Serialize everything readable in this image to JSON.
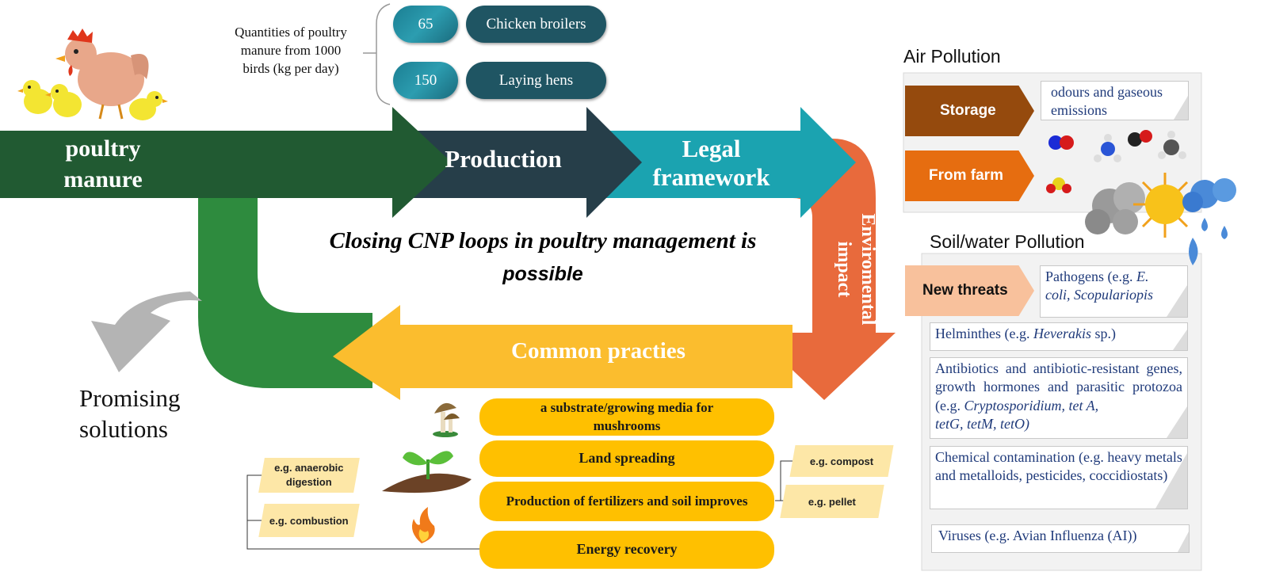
{
  "main_flow": {
    "poultry_manure": "poultry\nmanure",
    "production": "Production",
    "legal_framework": "Legal\nframework",
    "environmental_impact": "Enviromental\nimpact",
    "common_practices": "Common practies",
    "center_line1": "Closing CNP loops in poultry management is",
    "center_line2": "possible",
    "promising_solutions": "Promising\nsolutions"
  },
  "quantities": {
    "label": "Quantities of poultry\nmanure from 1000\nbirds (kg per day)",
    "items": [
      {
        "value": "65",
        "name": "Chicken broilers"
      },
      {
        "value": "150",
        "name": "Laying hens"
      }
    ]
  },
  "practices": {
    "mushrooms": "a substrate/growing media for\nmushrooms",
    "land_spreading": "Land spreading",
    "fertilizers": "Production of fertilizers and soil improves",
    "energy_recovery": "Energy recovery"
  },
  "examples": {
    "anaerobic": "e.g. anaerobic\ndigestion",
    "combustion": "e.g. combustion",
    "compost": "e.g. compost",
    "pellet": "e.g. pellet"
  },
  "air_pollution": {
    "heading": "Air Pollution",
    "storage": "Storage",
    "from_farm": "From farm",
    "odours": "odours and gaseous\nemissions"
  },
  "soil_water": {
    "heading": "Soil/water Pollution",
    "new_threats": "New threats",
    "pathogens_a": "Pathogens (e.g. ",
    "pathogens_b": "E.\ncoli, Scopulariopis",
    "helminthes_a": "Helminthes (e.g. ",
    "helminthes_b": "Heverakis",
    "helminthes_c": " sp.)",
    "antibiotics_a": "Antibiotics and antibiotic-resistant genes, growth hormones and parasitic protozoa (e.g. ",
    "antibiotics_b": "Cryptosporidium, tet A,\ntetG, tetM, tetO)",
    "chemical": "Chemical contamination (e.g. heavy metals and metalloids, pesticides, coccidiostats)",
    "viruses": "Viruses (e.g. Avian Influenza (AI))"
  },
  "colors": {
    "dark_green": "#215a32",
    "green": "#2e8b3e",
    "navy": "#263e49",
    "teal": "#1ba3b0",
    "orange_red": "#e86a3c",
    "yellow": "#fbbd2e",
    "gold": "#ffc000",
    "storage": "#954a0d",
    "from_farm": "#e66d10",
    "new_threats": "#f8c19c"
  }
}
